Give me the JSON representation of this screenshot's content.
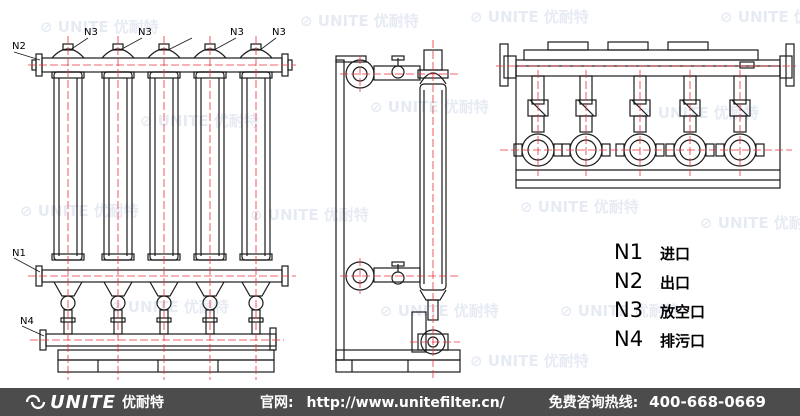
{
  "callouts": {
    "left": [
      "N2",
      "N3",
      "N3",
      "N3",
      "N3",
      "N1",
      "N4"
    ]
  },
  "legend": [
    {
      "code": "N1",
      "text": "进口"
    },
    {
      "code": "N2",
      "text": "出口"
    },
    {
      "code": "N3",
      "text": "放空口"
    },
    {
      "code": "N4",
      "text": "排污口"
    }
  ],
  "watermark": {
    "brand": "UNITE",
    "cn": "优耐特"
  },
  "footer": {
    "brand_name": "UNITE",
    "brand_cn": "优耐特",
    "website_label": "官网:",
    "website_url": "http://www.unitefilter.cn/",
    "hotline_label": "免费咨询热线:",
    "hotline_number": "400-668-0669"
  },
  "colors": {
    "line": "#1a1a1a",
    "center_line": "#e8323a",
    "footer_bg": "#4c4c4c",
    "watermark": "#c9d3e6"
  }
}
